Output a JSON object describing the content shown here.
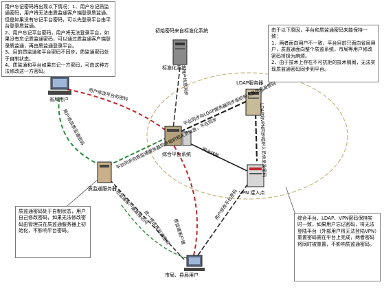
{
  "notes": {
    "top_left": [
      "用户忘记密码将出现以下情况：1、用户忘记质监通密码，用户将无法由质监通客户端登录质监通，但是如果没有忘记平台密码，可以先登录平台由平台登录质监通。",
      "2、用户忘记平台密码，用户将无法登录平台，如果没有忘记质监通密码，可以通过质监通客户端登录质监通，再由质监通登录平台。",
      "3、目前质监通和平台密码不同步，质监通密码处于自制状态。",
      "4、质监通和平台如果忘记一方密码，可由这种方法修改这一方密码。"
    ],
    "top_right": [
      "由于以下原因，平台和质监通密码未能保持一致：",
      "1、两者面向用户不一致，平台目前只面向省局用户，质监通面向整个质监系统，市局等用户修改密码将极为麻烦。",
      "2、由于技术上存在不可抗拒的技术隔阂，无法实现质监通密码同步到平台。"
    ],
    "bottom_left": [
      "质监通密码处于自制状态，用户自己修改密码，如果无法修改密码由管理员在质监通服务器上初始化，不影响平台密码。"
    ],
    "bottom_right": [
      "综合平台、LDAP、VPN密码保持实时一致，如果用户忘记密码，将无法登陆平台（外部用户将无法登陆VPN）重置密码需在平台上完成，两者密码将同时被重置，不影响质监通密码。"
    ]
  },
  "nodes": {
    "provincial_user": "省局用户",
    "standard_system": "标准化系统",
    "initial_password_note": "初始密码来自标准化系统",
    "ldap_server": "LDAP服务器",
    "platform": "综合平台系统",
    "zhijiantong_server": "质监通服务器",
    "vpn": "VPN 接入点",
    "city_user": "市局、县局用户"
  },
  "edge_labels": {
    "e1": "用户修改平台的密码",
    "e2": "用户修改质监通密码",
    "e3": "用户信息同步",
    "e4": "平台同步向LDAP服务器同步组织和人员信息及密码",
    "e5": "LDAP向VPN同步组织人员信息及密码",
    "e6": "平台同步向质监通服务器同步组织和人员信息，不在同步",
    "e7": "安全线路",
    "e8": "质监通客户端直接访问",
    "e9": "统一修改质监通密码",
    "e10": "质监通客户端",
    "e11": "用户修改平台密码"
  }
}
